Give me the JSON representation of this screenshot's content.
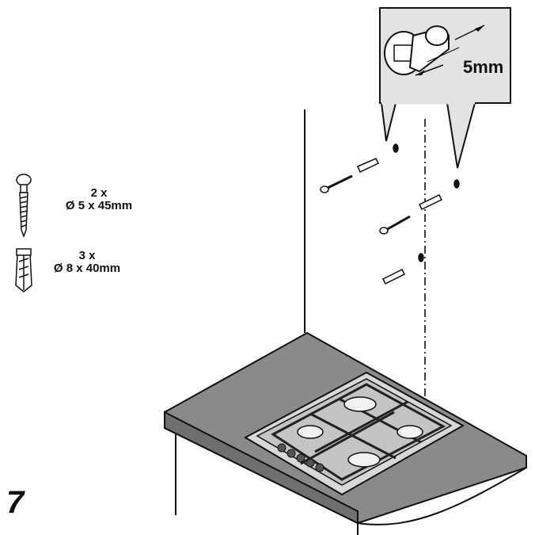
{
  "step_number": "7",
  "screw_spec": {
    "qty": "2 x",
    "size": "Ø 5 x 45mm"
  },
  "plug_spec": {
    "qty": "3 x",
    "size": "Ø 8 x 40mm"
  },
  "callout": {
    "measurement": "5mm"
  }
}
